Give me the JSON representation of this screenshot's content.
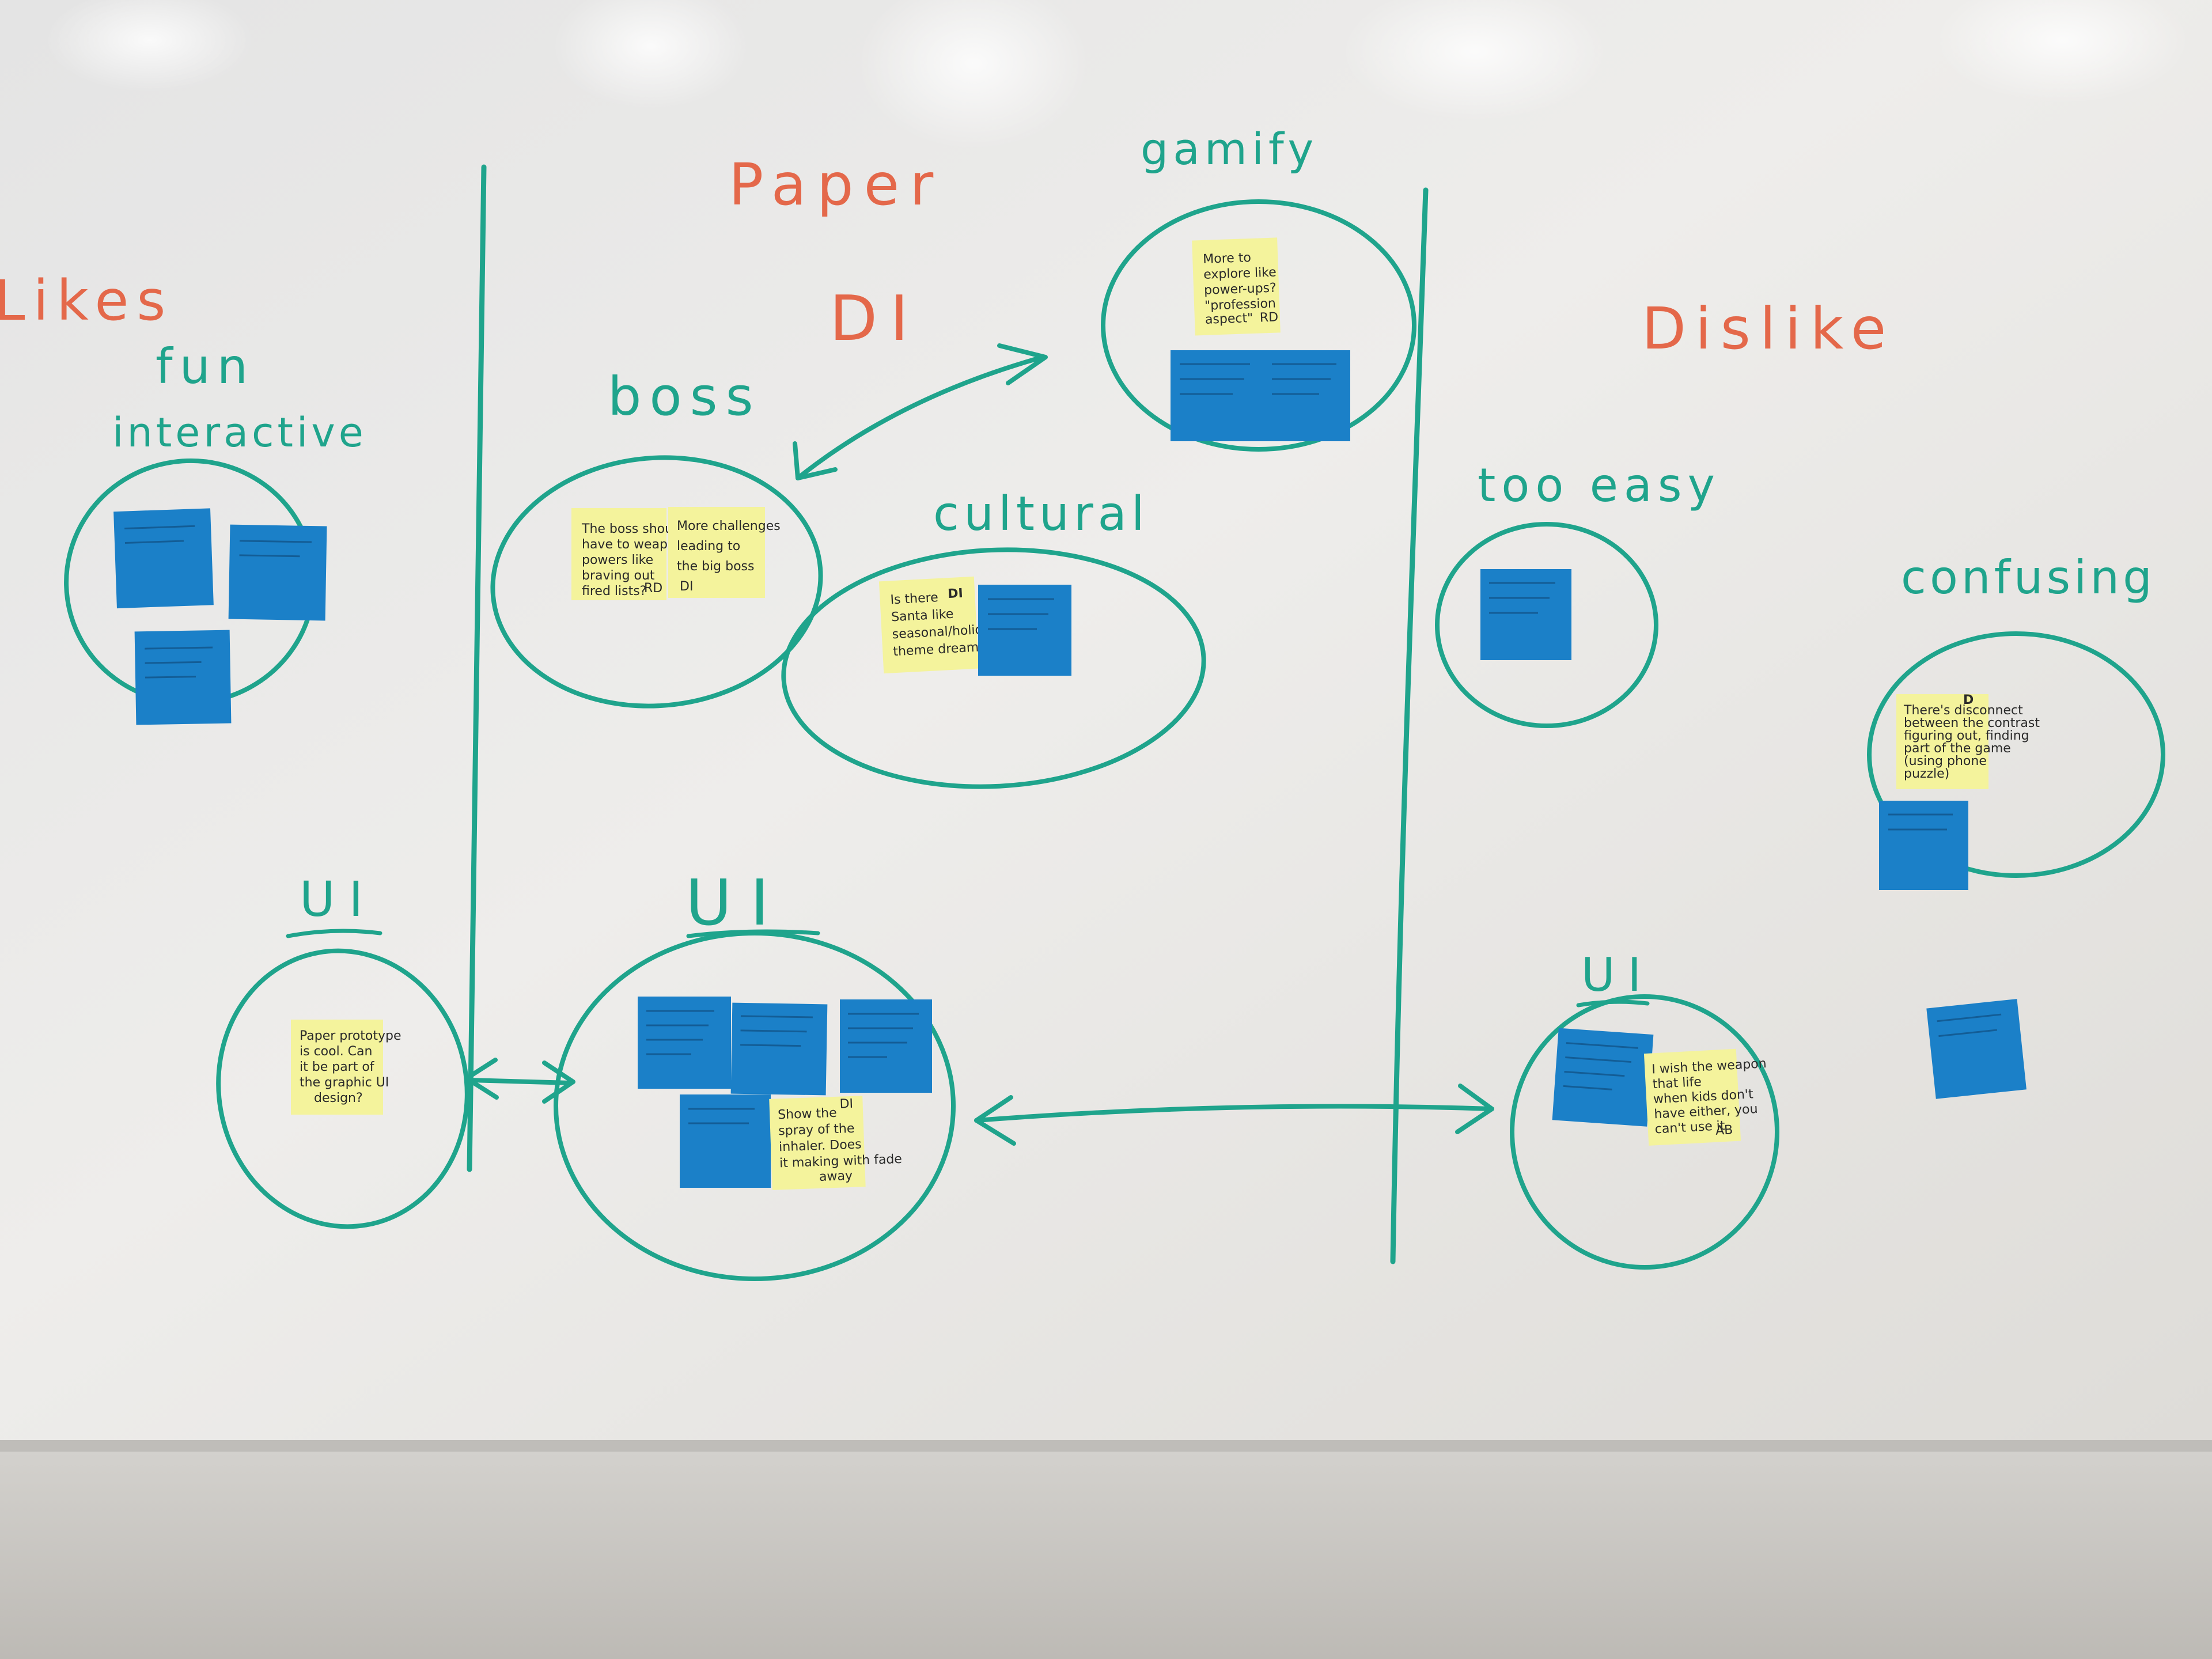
{
  "colors": {
    "teal_marker": "#1fa48c",
    "orange_marker": "#e4684a",
    "blue_note": "#1b80c8",
    "yellow_note": "#f4f39c",
    "board": "#e9e8e6"
  },
  "headings": {
    "likes": "Likes",
    "paper": "Paper",
    "di": "DI",
    "dislike": "Dislike"
  },
  "clusters": {
    "fun_interactive": [
      "fun",
      "interactive"
    ],
    "boss": "boss",
    "gamify": "gamify",
    "cultural": "cultural",
    "too_easy": "too easy",
    "confusing": "confusing",
    "ui_likes": "UI",
    "ui_paper": "UI",
    "ui_dislike": "UI"
  },
  "notes": {
    "boss_a": [
      "The boss should",
      "have to weapon",
      "powers like",
      "braving out",
      "fired lists?"
    ],
    "boss_b": [
      "More challenges",
      "leading to",
      "the big boss"
    ],
    "gamify_yellow": [
      "More to",
      "explore like",
      "power-ups?",
      "\"profession",
      "aspect\""
    ],
    "cultural_yellow": [
      "Is there",
      "Santa like",
      "seasonal/holiday",
      "theme dreams?"
    ],
    "ui_likes_yellow": [
      "Paper prototype",
      "is cool. Can",
      "it be part of",
      "the graphic UI",
      "design?"
    ],
    "ui_paper_yellow": [
      "Show the",
      "spray of the",
      "inhaler. Does",
      "it making with fade",
      "away"
    ],
    "ui_dislike_yellow": [
      "I wish the weapon",
      "that life",
      "when kids don't",
      "have either, you",
      "can't use it"
    ],
    "confusing_yellow": [
      "There's disconnect",
      "between the contrast",
      "figuring out, finding",
      "part of the game",
      "(using phone",
      "puzzle)"
    ],
    "di_mark": "DI",
    "mark_d": "D",
    "initials": [
      "RD",
      "DI",
      "RD",
      "DI",
      "AB"
    ]
  }
}
